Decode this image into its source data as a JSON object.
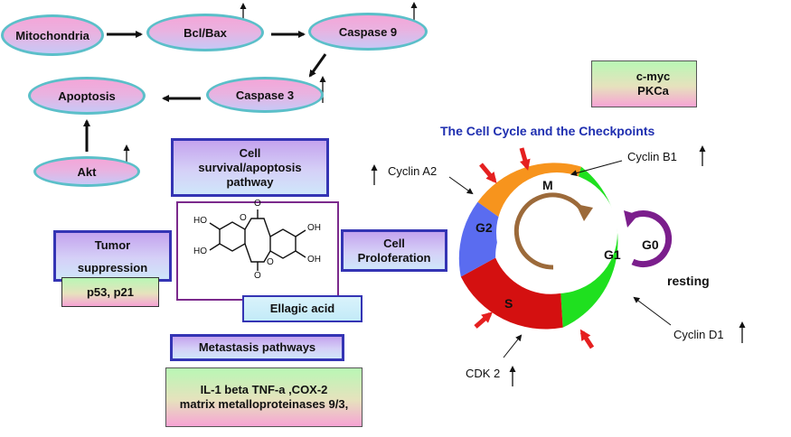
{
  "pathway": {
    "mitochondria": "Mitochondria",
    "bcl_bax": "Bcl/Bax",
    "caspase9": "Caspase 9",
    "caspase3": "Caspase 3",
    "apoptosis": "Apoptosis",
    "akt": "Akt"
  },
  "boxes": {
    "cell_survival": "Cell survival/apoptosis pathway",
    "tumor_suppression": "Tumor suppression",
    "p53_p21": "p53, p21",
    "cell_proliferation": "Cell Proloferation",
    "ellagic_acid": "Ellagic acid",
    "metastasis": "Metastasis pathways",
    "markers_line1": "IL-1 beta TNF-a ,COX-2",
    "markers_line2": "matrix metalloproteinases 9/3,",
    "cmyc": "c-myc",
    "pkca": "PKCa"
  },
  "molecule": {
    "ho_labels": [
      "HO",
      "HO",
      "OH",
      "OH"
    ],
    "o_labels": [
      "O",
      "O",
      "O",
      "O"
    ]
  },
  "cell_cycle": {
    "title": "The Cell Cycle and the Checkpoints",
    "phases": {
      "m": "M",
      "g1": "G1",
      "s": "S",
      "g2": "G2",
      "g0": "G0"
    },
    "resting": "resting",
    "labels": {
      "cyclin_a2": "Cyclin A2",
      "cyclin_b1": "Cyclin B1",
      "cyclin_d1": "Cyclin D1",
      "cdk2": "CDK 2"
    },
    "colors": {
      "m": "#f7941d",
      "g1": "#1fe01f",
      "s": "#d41010",
      "g2": "#5a6cf0",
      "g0": "#7b1e8c"
    }
  }
}
